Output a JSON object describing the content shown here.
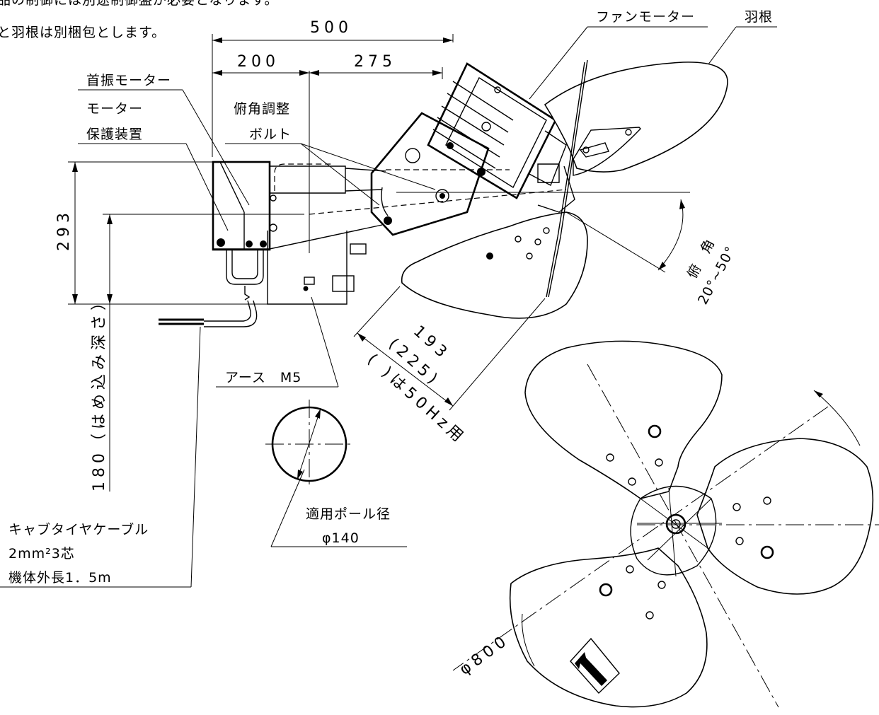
{
  "notes": {
    "line1": "品の制御には別途制御盤が必要となります。",
    "line2": "と羽根は別梱包とします。"
  },
  "labels": {
    "fan_motor": "ファンモーター",
    "blade": "羽根",
    "swing_motor": "首振モーター",
    "motor_protection_1": "モーター",
    "motor_protection_2": "保護装置",
    "tilt_bolt_1": "俯角調整",
    "tilt_bolt_2": "ボルト",
    "earth": "アース　M5",
    "pole_1": "適用ポール径",
    "pole_2": "φ140",
    "cable_1": "キャブタイヤケーブル",
    "cable_2": "2mm²3芯",
    "cable_3": "機体外長1．5m",
    "tilt_angle_1": "俯　角",
    "tilt_angle_2": "20°~50°",
    "hz_note": "( )は50Hz用"
  },
  "dimensions": {
    "overall_width": "500",
    "left_width": "200",
    "right_width": "275",
    "height": "293",
    "insertion": "180（はめ込み深さ）",
    "blade_offset": "193",
    "blade_offset_50hz": "(225)",
    "blade_diameter": "φ800"
  },
  "colors": {
    "line": "#000000",
    "background": "#ffffff"
  }
}
